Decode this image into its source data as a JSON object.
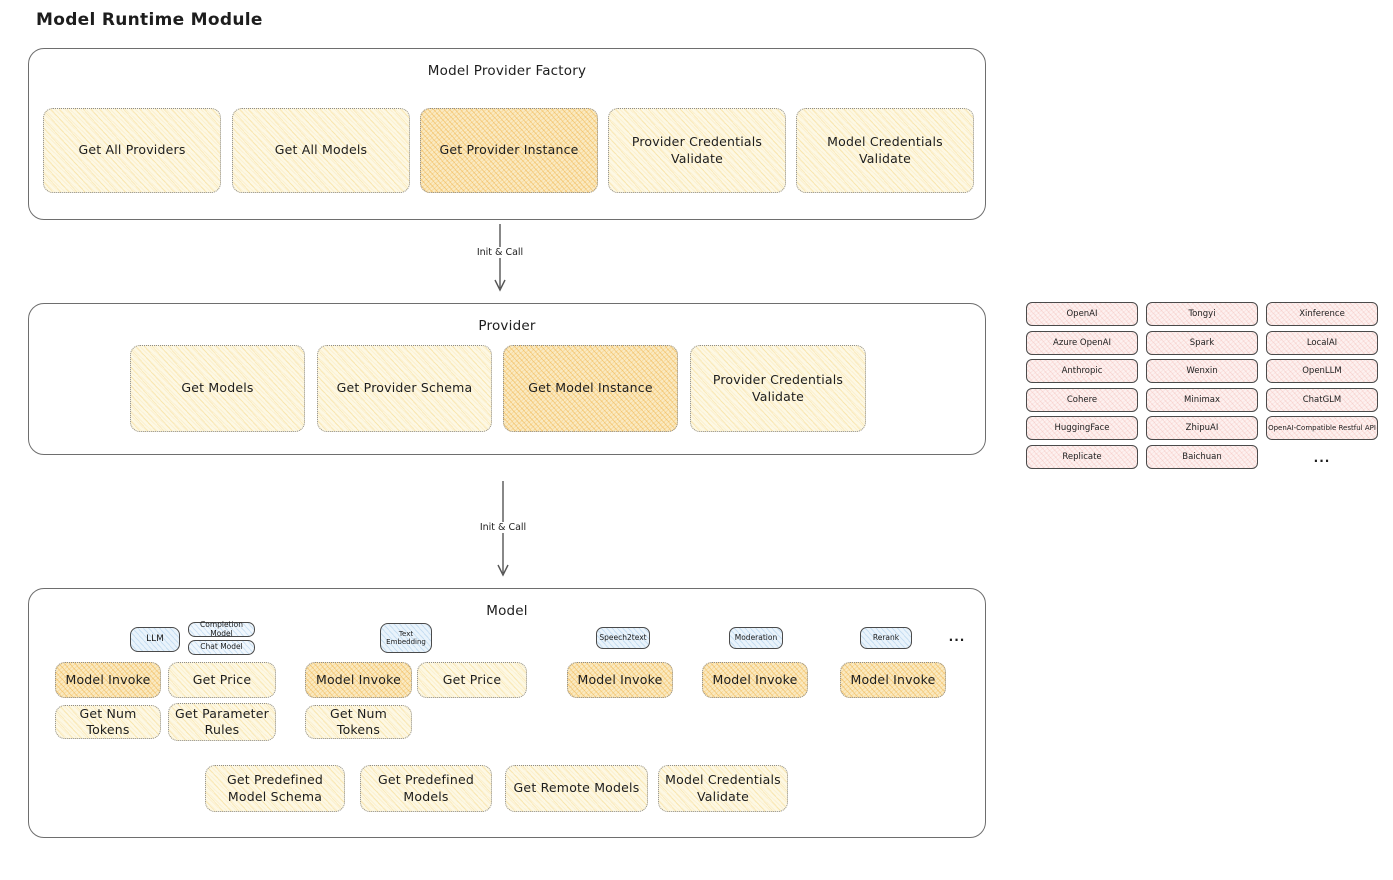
{
  "colors": {
    "yellow_fill": "#fdf8e4",
    "yellow_hatch": "#f1c453",
    "orange_fill": "#faeac2",
    "orange_hatch": "#eea62c",
    "pink_fill": "#fdf1f0",
    "pink_hatch": "#e98a80",
    "blue_fill": "#e9f3fb",
    "blue_hatch": "#74aadb",
    "ink": "#1d1d1d",
    "box_border": "#6e6e6e"
  },
  "page_title": "Model Runtime Module",
  "factory": {
    "title": "Model Provider Factory",
    "buttons": [
      {
        "label": "Get All Providers",
        "highlighted": false
      },
      {
        "label": "Get All Models",
        "highlighted": false
      },
      {
        "label": "Get Provider Instance",
        "highlighted": true
      },
      {
        "label": "Provider Credentials Validate",
        "highlighted": false
      },
      {
        "label": "Model Credentials Validate",
        "highlighted": false
      }
    ]
  },
  "arrow_factory_provider": {
    "label": "Init & Call"
  },
  "provider": {
    "title": "Provider",
    "buttons": [
      {
        "label": "Get Models",
        "highlighted": false
      },
      {
        "label": "Get Provider Schema",
        "highlighted": false
      },
      {
        "label": "Get Model Instance",
        "highlighted": true
      },
      {
        "label": "Provider Credentials Validate",
        "highlighted": false
      }
    ]
  },
  "providers_list": {
    "items": [
      "OpenAI",
      "Azure OpenAI",
      "Anthropic",
      "Cohere",
      "HuggingFace",
      "Replicate",
      "Tongyi",
      "Spark",
      "Wenxin",
      "Minimax",
      "ZhipuAI",
      "Baichuan",
      "Xinference",
      "LocalAI",
      "OpenLLM",
      "ChatGLM",
      "OpenAI-Compatible Restful API"
    ],
    "ellipsis": "..."
  },
  "arrow_provider_model": {
    "label": "Init & Call"
  },
  "model": {
    "title": "Model",
    "tags": {
      "llm": "LLM",
      "completion_model": "Completion Model",
      "chat_model": "Chat Model",
      "text_embedding": "Text Embedding",
      "speech2text": "Speech2text",
      "moderation": "Moderation",
      "rerank": "Rerank",
      "ellipsis": "..."
    },
    "buttons": {
      "model_invoke": "Model Invoke",
      "get_price": "Get Price",
      "get_num_tokens": "Get Num Tokens",
      "get_parameter_rules": "Get Parameter Rules",
      "get_predefined_model_schema": "Get Predefined Model Schema",
      "get_predefined_models": "Get Predefined Models",
      "get_remote_models": "Get Remote Models",
      "model_credentials_validate": "Model Credentials Validate"
    }
  }
}
